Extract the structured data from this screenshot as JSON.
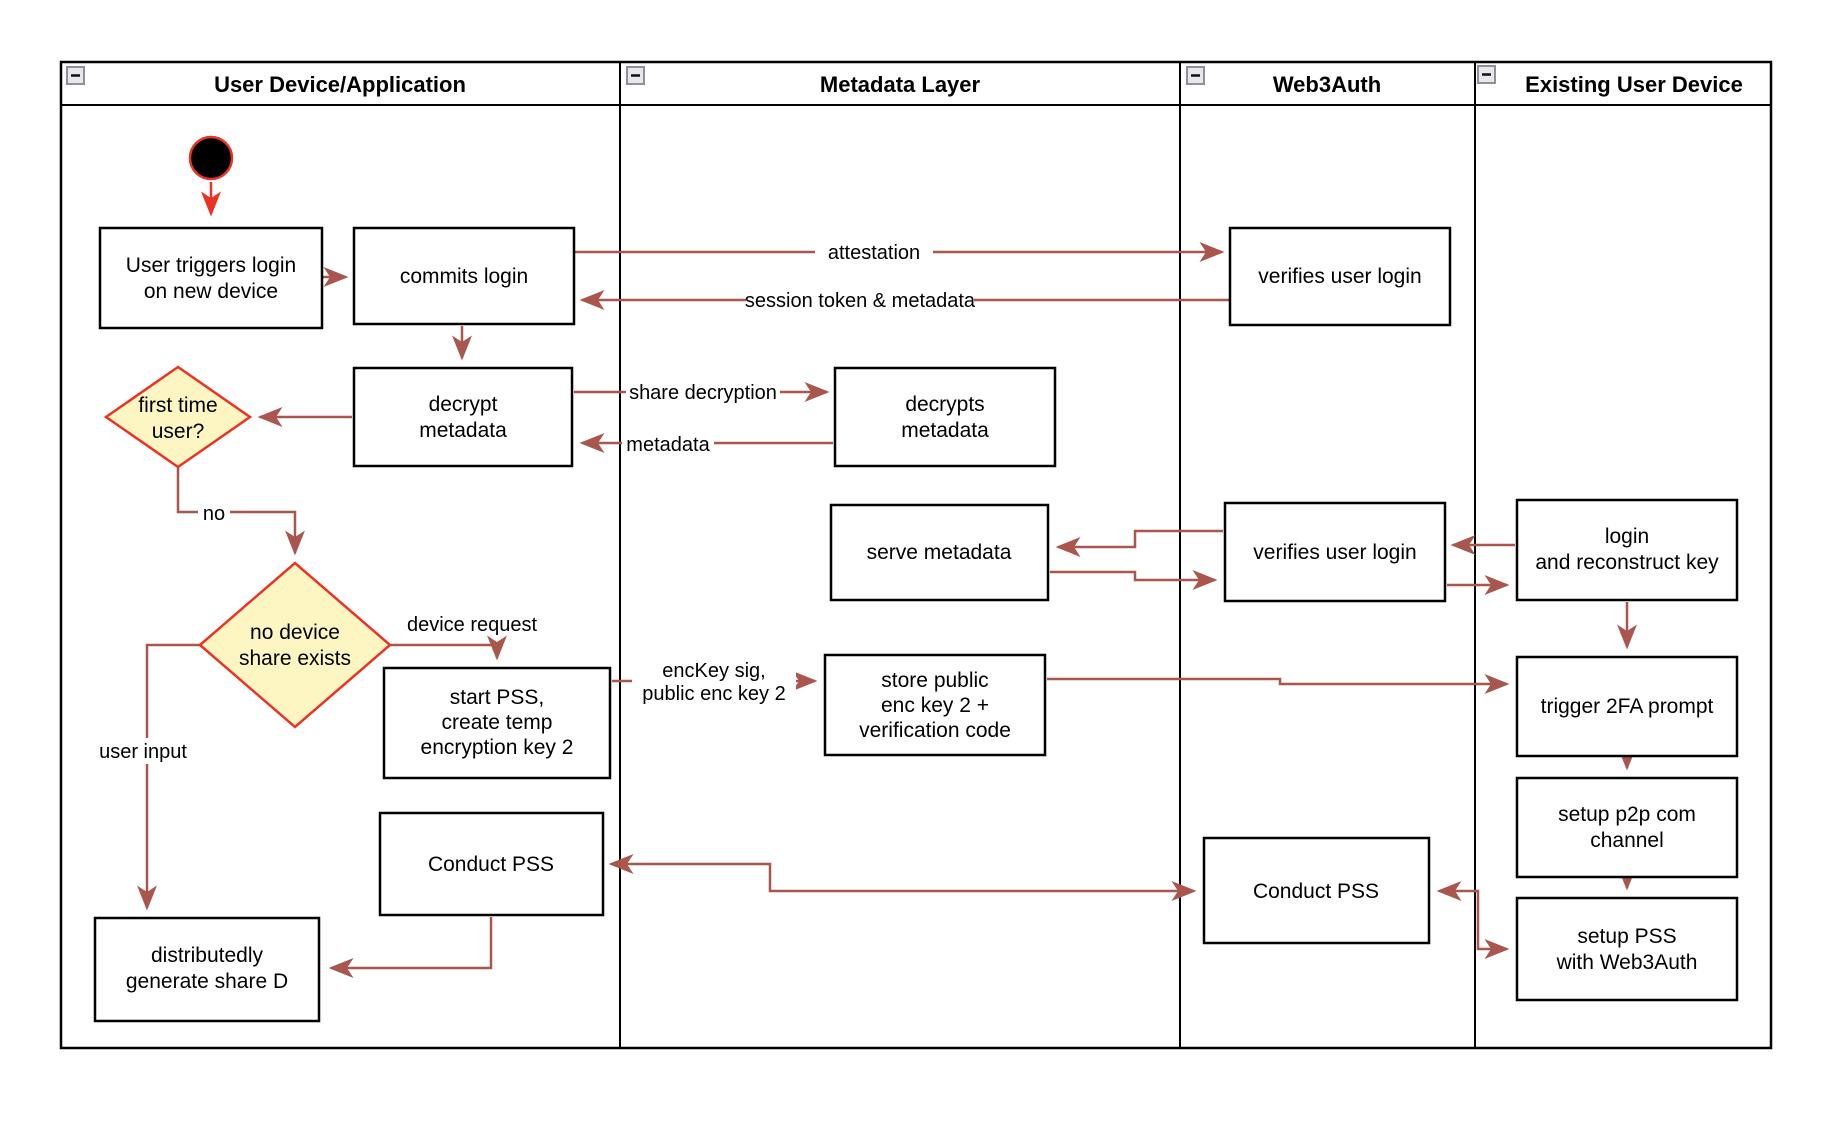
{
  "diagram": {
    "lanes": [
      {
        "label": "User Device/Application"
      },
      {
        "label": "Metadata Layer"
      },
      {
        "label": "Web3Auth"
      },
      {
        "label": "Existing User Device"
      }
    ],
    "nodes": {
      "user_triggers_login": {
        "lines": [
          "User triggers login",
          "on new device"
        ]
      },
      "commits_login": {
        "lines": [
          "commits login"
        ]
      },
      "verifies_user_login_1": {
        "lines": [
          "verifies user login"
        ]
      },
      "decrypt_metadata": {
        "lines": [
          "decrypt",
          "metadata"
        ]
      },
      "first_time_user": {
        "lines": [
          "first time",
          "user?"
        ]
      },
      "decrypts_metadata": {
        "lines": [
          "decrypts",
          "metadata"
        ]
      },
      "serve_metadata": {
        "lines": [
          "serve metadata"
        ]
      },
      "verifies_user_login_2": {
        "lines": [
          "verifies user login"
        ]
      },
      "login_reconstruct": {
        "lines": [
          "login",
          "and reconstruct key"
        ]
      },
      "no_device_share": {
        "lines": [
          "no device",
          "share exists"
        ]
      },
      "start_pss": {
        "lines": [
          "start PSS,",
          "create temp",
          "encryption key 2"
        ]
      },
      "store_public": {
        "lines": [
          "store public",
          "enc key 2 +",
          "verification code"
        ]
      },
      "trigger_2fa": {
        "lines": [
          "trigger 2FA prompt"
        ]
      },
      "setup_p2p": {
        "lines": [
          "setup p2p com",
          "channel"
        ]
      },
      "setup_pss": {
        "lines": [
          "setup PSS",
          "with Web3Auth"
        ]
      },
      "conduct_pss_device": {
        "lines": [
          "Conduct PSS"
        ]
      },
      "conduct_pss_web3auth": {
        "lines": [
          "Conduct PSS"
        ]
      },
      "distributedly_generate": {
        "lines": [
          "distributedly",
          "generate share D"
        ]
      }
    },
    "edge_labels": {
      "attestation": "attestation",
      "session_token": "session token & metadata",
      "share_decryption": "share decryption",
      "metadata": "metadata",
      "no": "no",
      "device_request": "device request",
      "user_input": "user input",
      "enckey_line1": "encKey sig,",
      "enckey_line2": "public enc key 2"
    },
    "colors": {
      "connector": "#a9574e",
      "highlight_red": "#eb3323",
      "decision_fill": "#fdf6c3",
      "node_border": "#000000",
      "node_fill": "#ffffff"
    }
  }
}
